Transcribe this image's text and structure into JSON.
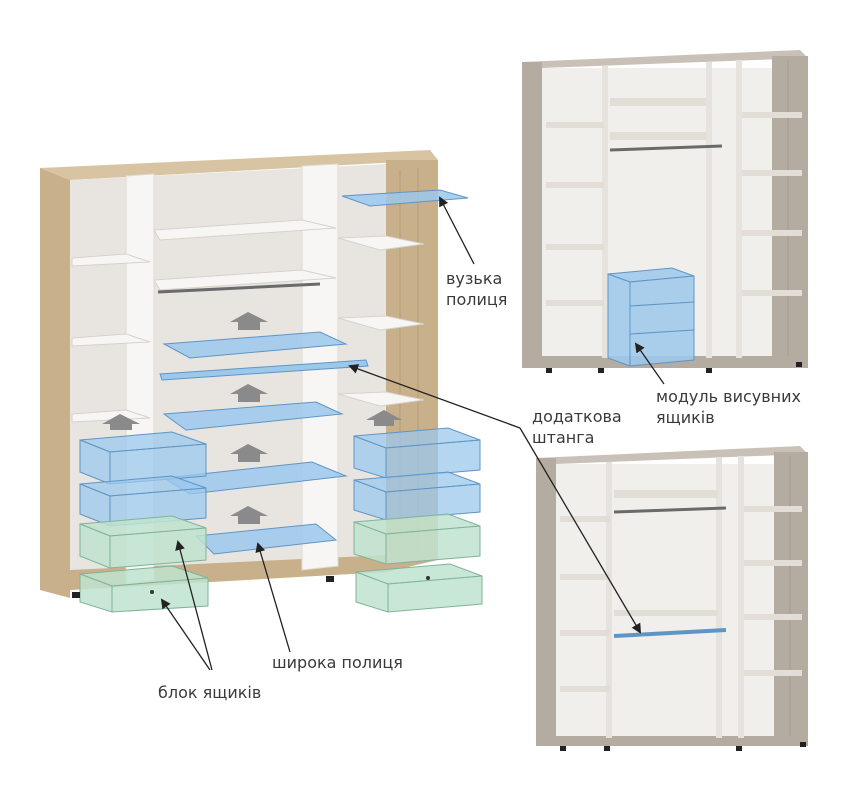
{
  "labels": {
    "narrow_shelf": [
      "вузька",
      "полиця"
    ],
    "drawer_module": [
      "модуль висувних",
      "ящиків"
    ],
    "extra_rail": [
      "додаткова",
      "штанга"
    ],
    "wide_shelf": "широка полиця",
    "drawer_block": "блок ящиків"
  },
  "colors": {
    "wood": "#c8b08a",
    "wood_dark": "#b59c77",
    "wood_top": "#d8c4a2",
    "ash": "#b5aca1",
    "ash_top": "#c9c1b7",
    "panel": "#f1efec",
    "panel_back": "#e8e5e1",
    "blue_fill": "#9cc8ec",
    "blue_stroke": "#5e95c6",
    "green_fill": "#bfe3cf",
    "green_stroke": "#7fb39a",
    "rail": "#6a6a6a",
    "arrow": "#8a8a8a",
    "text": "#3a3a3a"
  }
}
